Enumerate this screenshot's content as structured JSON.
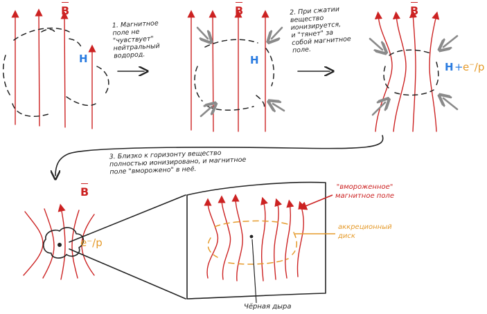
{
  "step1": {
    "caption": "1. Магнитное\nполе не\n\"чувствует\"\nнейтральный\nводород.",
    "field_label": "B",
    "particle": "H"
  },
  "step2": {
    "caption": "2. При сжатии\nвещество\nионизируется,\nи \"тянет\" за\nсобой магнитное\nполе.",
    "field_label": "B",
    "particle": "H"
  },
  "step3_top": {
    "field_label": "B",
    "particle": "H",
    "plus": "+",
    "electron": "e",
    "proton": "/p"
  },
  "step3": {
    "caption": "3. Близко к горизонту вещество\nполностью ионизировано, и магнитное\nполе \"вморожено\" в неё.",
    "field_label": "B",
    "ion_label": "e⁻/p"
  },
  "zoom": {
    "frozen_label": "\"вмороженное\"\nмагнитное поле",
    "disk_label": "аккреционный\nдиск",
    "bh_label": "Чёрная дыра"
  },
  "colors": {
    "field": "#cc2222",
    "hydrogen": "#2a7be0",
    "disk": "#e59a2a",
    "inflow_arrows": "#8a8a8a",
    "ink": "#222222"
  }
}
